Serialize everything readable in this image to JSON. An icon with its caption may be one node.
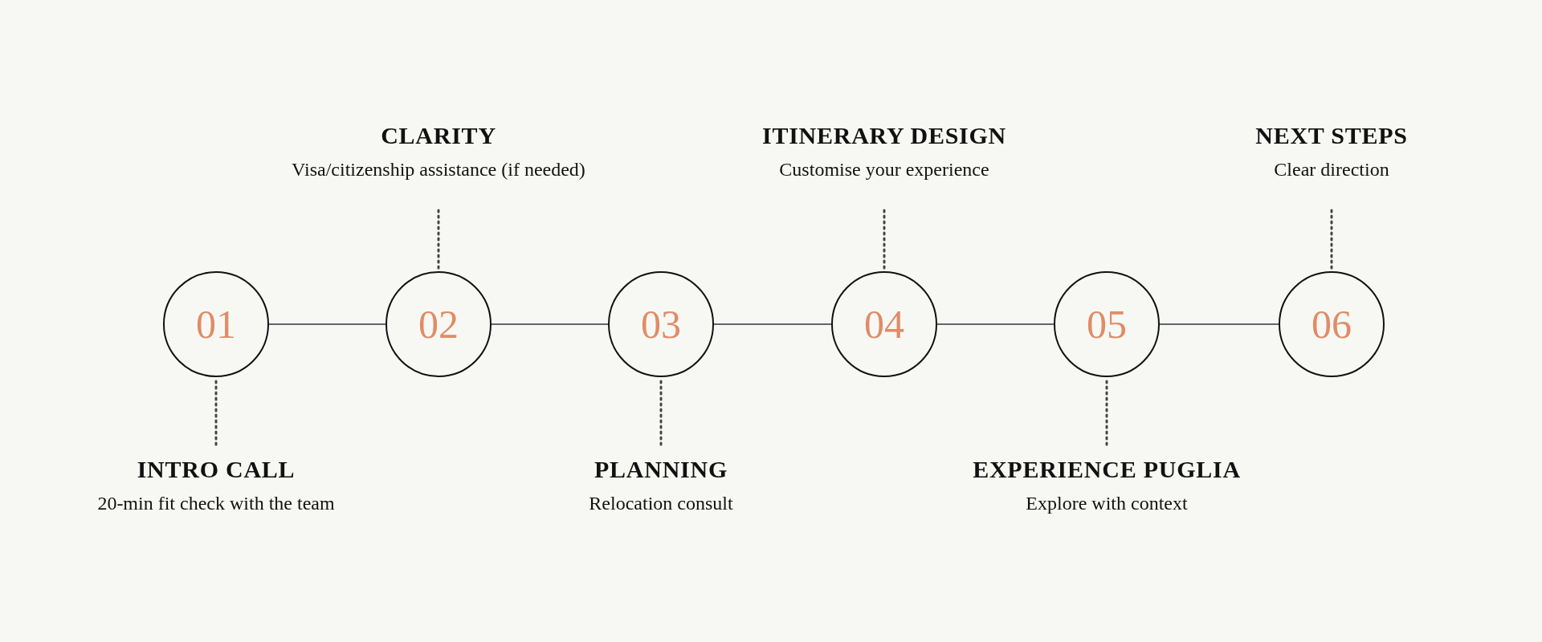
{
  "diagram": {
    "nodes": [
      {
        "text": [
          "01"
        ]
      },
      {
        "text": [
          "02"
        ]
      },
      {
        "text": [
          "03"
        ]
      },
      {
        "text": [
          "04"
        ]
      },
      {
        "text": [
          "05"
        ]
      },
      {
        "text": [
          "06"
        ]
      },
      {
        "text": [
          "INTRO CALL",
          "20-min fit check with the team"
        ]
      },
      {
        "text": [
          "CLARITY",
          "Visa/citizenship assistance (if needed)"
        ]
      },
      {
        "text": [
          "PLANNING",
          "Relocation consult"
        ]
      },
      {
        "text": [
          "ITINERARY DESIGN",
          "Customise your experience"
        ]
      },
      {
        "text": [
          "EXPERIENCE PUGLIA",
          "Explore with context"
        ]
      },
      {
        "text": [
          "NEXT STEPS",
          "Clear direction"
        ]
      }
    ],
    "edges": [
      {
        "from": 0,
        "to": 1,
        "arrow": "none"
      },
      {
        "from": 1,
        "to": 2,
        "arrow": "none"
      },
      {
        "from": 2,
        "to": 3,
        "arrow": "none"
      },
      {
        "from": 3,
        "to": 4,
        "arrow": "none"
      },
      {
        "from": 4,
        "to": 5,
        "arrow": "none"
      },
      {
        "from": 6,
        "to": 0,
        "arrow": "none",
        "style": "dashed"
      },
      {
        "from": 7,
        "to": 1,
        "arrow": "none",
        "style": "dashed"
      },
      {
        "from": 8,
        "to": 2,
        "arrow": "none",
        "style": "dashed"
      },
      {
        "from": 9,
        "to": 3,
        "arrow": "none",
        "style": "dashed"
      },
      {
        "from": 10,
        "to": 4,
        "arrow": "none",
        "style": "dashed"
      },
      {
        "from": 11,
        "to": 5,
        "arrow": "none",
        "style": "dashed"
      }
    ]
  }
}
